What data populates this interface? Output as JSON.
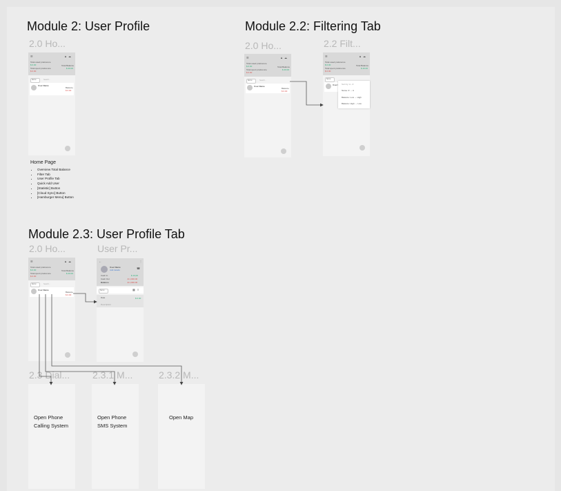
{
  "headings": {
    "m2": "Module 2: User Profile",
    "m22": "Module 2.2: Filtering Tab",
    "m23": "Module 2.3: User Profile Tab"
  },
  "frame_labels": {
    "a": "2.0 Ho...",
    "b": "2.0 Ho...",
    "c": "2.2 Filt...",
    "d": "2.0 Ho...",
    "e": "User Pr...",
    "f": "2.3 Dial...",
    "g": "2.3.1 M...",
    "h": "2.3.2 M..."
  },
  "mock": {
    "line1": "Total owed preference",
    "line1_val": "$ 0.00",
    "line2": "Total spent preference",
    "line2_val": "$ 0.00",
    "total_balance": "Total Balance",
    "total_val": "$ 40.00",
    "tab_all": "Sort ▾",
    "search": "Search...",
    "user_name": "User Name",
    "balance": "Balance",
    "balance_val": "$ 0.00"
  },
  "dropdown": {
    "item1": "Sort by: A - Z",
    "item2": "Name: Z → A",
    "item3": "Balance: Low → High",
    "item4": "Balance: High → Low"
  },
  "profile": {
    "user_name": "User Name",
    "sub": "Add details",
    "cash_in": "Cash In",
    "cash_in_val": "$ 10,00",
    "cash_out": "Cash Out",
    "cash_out_val": "-$ 1,000.00",
    "balance": "Balance",
    "balance_val": "-$ 1,000.00",
    "tab": "Sort ▾",
    "row_label": "Date",
    "row_sub": "Description",
    "row_val": "$ 0.00"
  },
  "notes": {
    "title": "Home Page",
    "items": [
      "Overview Total Balance",
      "Filter Tab",
      "User Profile Tab",
      "Quick Add User",
      "[Statistic] Button",
      "[Cloud Sync] Button",
      "[Hamburger Menu] Button"
    ]
  },
  "targets": {
    "phone_line1": "Open Phone",
    "phone_line2": "Calling System",
    "sms_line1": "Open Phone",
    "sms_line2": "SMS System",
    "map": "Open Map"
  }
}
